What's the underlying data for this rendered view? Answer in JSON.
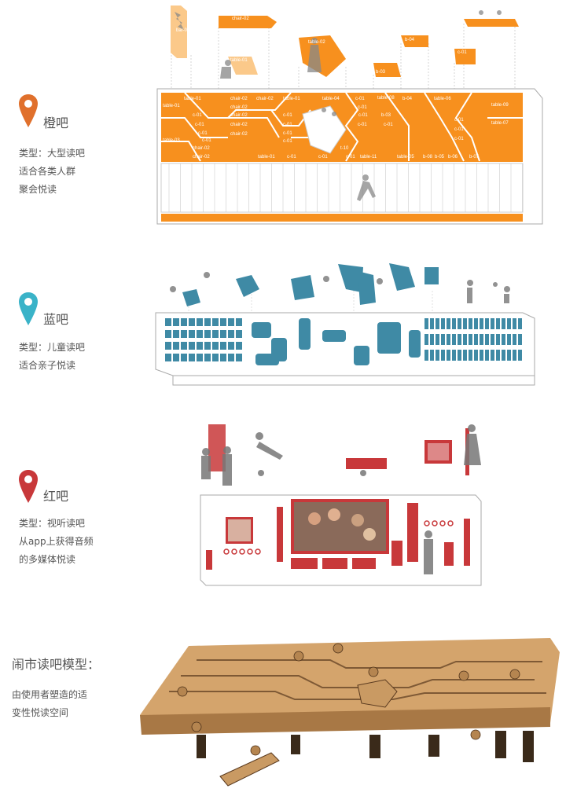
{
  "colors": {
    "orange": "#f7901e",
    "blue": "#3f8aa5",
    "red": "#c8383a",
    "pin_orange": "#e0702c",
    "pin_blue": "#3ab3c8",
    "pin_red": "#c8383a",
    "wood": "#c99a63"
  },
  "sections": [
    {
      "pin_icon": "map-pin-icon",
      "title": "橙吧",
      "desc": [
        "类型：大型读吧",
        "适合各类人群",
        "聚会悦读"
      ]
    },
    {
      "pin_icon": "map-pin-icon",
      "title": "蓝吧",
      "desc": [
        "类型：儿童读吧",
        "适合亲子悦读"
      ]
    },
    {
      "pin_icon": "map-pin-icon",
      "title": "红吧",
      "desc": [
        "类型：视听读吧",
        "从app上获得音频",
        "的多媒体悦读"
      ]
    }
  ],
  "model": {
    "title": "闹市读吧模型：",
    "desc": [
      "由使用者塑造的适",
      "变性悦读空间"
    ]
  },
  "orange_floating_labels": [
    "bar-02",
    "chair-02",
    "table-01",
    "table-02",
    "b-03",
    "b-04",
    "c-01"
  ],
  "orange_plan_labels": [
    "table-01",
    "table-01",
    "chair-02",
    "chair-02",
    "table-01",
    "table-04",
    "c-01",
    "table-08",
    "b-04",
    "table-06",
    "c-01",
    "table-09",
    "c-01",
    "c-01",
    "chair-02",
    "c-01",
    "c-01",
    "b-03",
    "table-07",
    "chair-02",
    "c-01",
    "c-01",
    "c-01",
    "chair-02",
    "table-02",
    "c-01",
    "c-01",
    "table-03",
    "c-01",
    "chair-02",
    "c-01",
    "c-01",
    "c-01",
    "chair-02",
    "c-01",
    "t-10",
    "chair-02",
    "table-01",
    "c-01",
    "c-01",
    "c-01",
    "table-11",
    "table-05",
    "b-08",
    "b-05",
    "b-06",
    "b-07"
  ]
}
